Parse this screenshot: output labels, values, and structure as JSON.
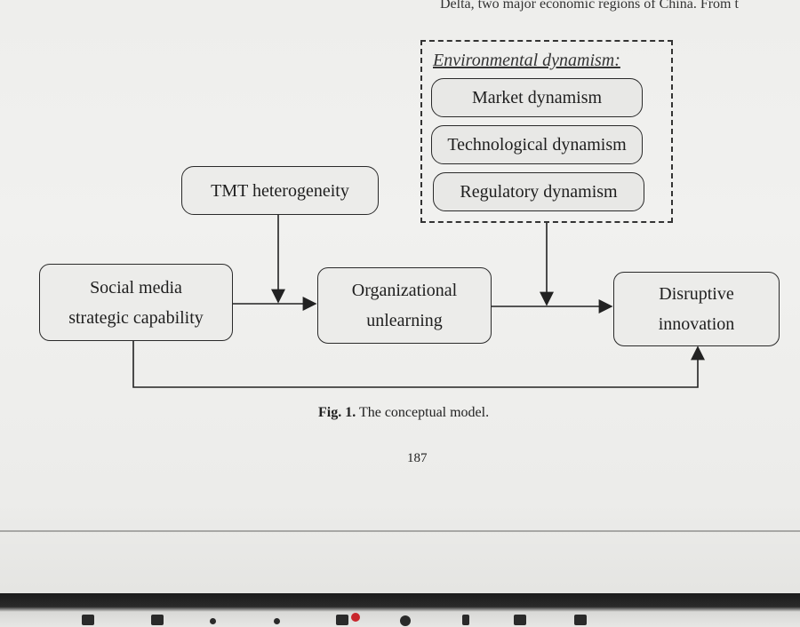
{
  "header_text": "Delta, two major economic regions of China. From t",
  "diagram": {
    "env_group_title": "Environmental dynamism:",
    "env_items": [
      "Market dynamism",
      "Technological dynamism",
      "Regulatory dynamism"
    ],
    "tmt_label": "TMT heterogeneity",
    "social_media_line1": "Social media",
    "social_media_line2": "strategic capability",
    "unlearning_line1": "Organizational",
    "unlearning_line2": "unlearning",
    "innovation_line1": "Disruptive",
    "innovation_line2": "innovation"
  },
  "caption": {
    "label": "Fig. 1.",
    "text": "The conceptual model."
  },
  "page_number": "187",
  "colors": {
    "paper": "#eeeeec",
    "ink": "#222222",
    "badge": "#c8262c"
  }
}
